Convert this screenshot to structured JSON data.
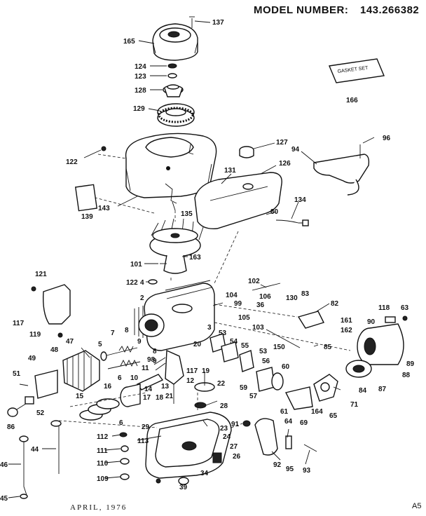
{
  "header": {
    "model_label": "MODEL NUMBER:",
    "model_value": "143.266382"
  },
  "footer": {
    "date": "APRIL, 1976",
    "sheet": "A5"
  },
  "gasket_set_label": "GASKET SET",
  "parts": [
    {
      "id": "p137",
      "label": "137"
    },
    {
      "id": "p165",
      "label": "165"
    },
    {
      "id": "p124",
      "label": "124"
    },
    {
      "id": "p123",
      "label": "123"
    },
    {
      "id": "p128",
      "label": "128"
    },
    {
      "id": "p129",
      "label": "129"
    },
    {
      "id": "p166",
      "label": "166"
    },
    {
      "id": "p122a",
      "label": "122"
    },
    {
      "id": "p127",
      "label": "127"
    },
    {
      "id": "p96",
      "label": "96"
    },
    {
      "id": "p94",
      "label": "94"
    },
    {
      "id": "p131",
      "label": "131"
    },
    {
      "id": "p126",
      "label": "126"
    },
    {
      "id": "p143",
      "label": "143"
    },
    {
      "id": "p135",
      "label": "135"
    },
    {
      "id": "p80",
      "label": "80"
    },
    {
      "id": "p134",
      "label": "134"
    },
    {
      "id": "p139",
      "label": "139"
    },
    {
      "id": "p101",
      "label": "101"
    },
    {
      "id": "p163",
      "label": "163"
    },
    {
      "id": "p121",
      "label": "121"
    },
    {
      "id": "p122b",
      "label": "122"
    },
    {
      "id": "p4",
      "label": "4"
    },
    {
      "id": "p102",
      "label": "102"
    },
    {
      "id": "p2",
      "label": "2"
    },
    {
      "id": "p104",
      "label": "104"
    },
    {
      "id": "p99",
      "label": "99"
    },
    {
      "id": "p106",
      "label": "106"
    },
    {
      "id": "p36",
      "label": "36"
    },
    {
      "id": "p130",
      "label": "130"
    },
    {
      "id": "p83",
      "label": "83"
    },
    {
      "id": "p82",
      "label": "82"
    },
    {
      "id": "p118",
      "label": "118"
    },
    {
      "id": "p63",
      "label": "63"
    },
    {
      "id": "p117",
      "label": "117"
    },
    {
      "id": "p105",
      "label": "105"
    },
    {
      "id": "p103",
      "label": "103"
    },
    {
      "id": "p161",
      "label": "161"
    },
    {
      "id": "p162",
      "label": "162"
    },
    {
      "id": "p90",
      "label": "90"
    },
    {
      "id": "p119",
      "label": "119"
    },
    {
      "id": "p7",
      "label": "7"
    },
    {
      "id": "p8a",
      "label": "8"
    },
    {
      "id": "p3",
      "label": "3"
    },
    {
      "id": "p53a",
      "label": "53"
    },
    {
      "id": "p54",
      "label": "54"
    },
    {
      "id": "p85",
      "label": "85"
    },
    {
      "id": "p48",
      "label": "48"
    },
    {
      "id": "p47",
      "label": "47"
    },
    {
      "id": "p5",
      "label": "5"
    },
    {
      "id": "p9a",
      "label": "9"
    },
    {
      "id": "p20",
      "label": "20"
    },
    {
      "id": "p55",
      "label": "55"
    },
    {
      "id": "p150",
      "label": "150"
    },
    {
      "id": "p8b",
      "label": "8"
    },
    {
      "id": "p9b",
      "label": "9"
    },
    {
      "id": "p53b",
      "label": "53"
    },
    {
      "id": "p49",
      "label": "49"
    },
    {
      "id": "p98",
      "label": "98"
    },
    {
      "id": "p11",
      "label": "11"
    },
    {
      "id": "p117b",
      "label": "117"
    },
    {
      "id": "p19",
      "label": "19"
    },
    {
      "id": "p56",
      "label": "56"
    },
    {
      "id": "p89",
      "label": "89"
    },
    {
      "id": "p60",
      "label": "60"
    },
    {
      "id": "p88",
      "label": "88"
    },
    {
      "id": "p51",
      "label": "51"
    },
    {
      "id": "p6a",
      "label": "6"
    },
    {
      "id": "p10",
      "label": "10"
    },
    {
      "id": "p12",
      "label": "12"
    },
    {
      "id": "p22",
      "label": "22"
    },
    {
      "id": "p16",
      "label": "16"
    },
    {
      "id": "p14",
      "label": "14"
    },
    {
      "id": "p13",
      "label": "13"
    },
    {
      "id": "p59",
      "label": "59"
    },
    {
      "id": "p57",
      "label": "57"
    },
    {
      "id": "p84",
      "label": "84"
    },
    {
      "id": "p87",
      "label": "87"
    },
    {
      "id": "p15",
      "label": "15"
    },
    {
      "id": "p17",
      "label": "17"
    },
    {
      "id": "p18",
      "label": "18"
    },
    {
      "id": "p21",
      "label": "21"
    },
    {
      "id": "p71",
      "label": "71"
    },
    {
      "id": "p52",
      "label": "52"
    },
    {
      "id": "p28",
      "label": "28"
    },
    {
      "id": "p61",
      "label": "61"
    },
    {
      "id": "p164",
      "label": "164"
    },
    {
      "id": "p65",
      "label": "65"
    },
    {
      "id": "p86",
      "label": "86"
    },
    {
      "id": "p6b",
      "label": "6"
    },
    {
      "id": "p64",
      "label": "64"
    },
    {
      "id": "p69",
      "label": "69"
    },
    {
      "id": "p91",
      "label": "91"
    },
    {
      "id": "p112",
      "label": "112"
    },
    {
      "id": "p29",
      "label": "29"
    },
    {
      "id": "p23",
      "label": "23"
    },
    {
      "id": "p113",
      "label": "113"
    },
    {
      "id": "p24",
      "label": "24"
    },
    {
      "id": "p44",
      "label": "44"
    },
    {
      "id": "p27",
      "label": "27"
    },
    {
      "id": "p111",
      "label": "111"
    },
    {
      "id": "p26",
      "label": "26"
    },
    {
      "id": "p92",
      "label": "92"
    },
    {
      "id": "p95",
      "label": "95"
    },
    {
      "id": "p93",
      "label": "93"
    },
    {
      "id": "p46",
      "label": "46"
    },
    {
      "id": "p110",
      "label": "110"
    },
    {
      "id": "p34",
      "label": "34"
    },
    {
      "id": "p109",
      "label": "109"
    },
    {
      "id": "p39",
      "label": "39"
    },
    {
      "id": "p45",
      "label": "45"
    }
  ]
}
